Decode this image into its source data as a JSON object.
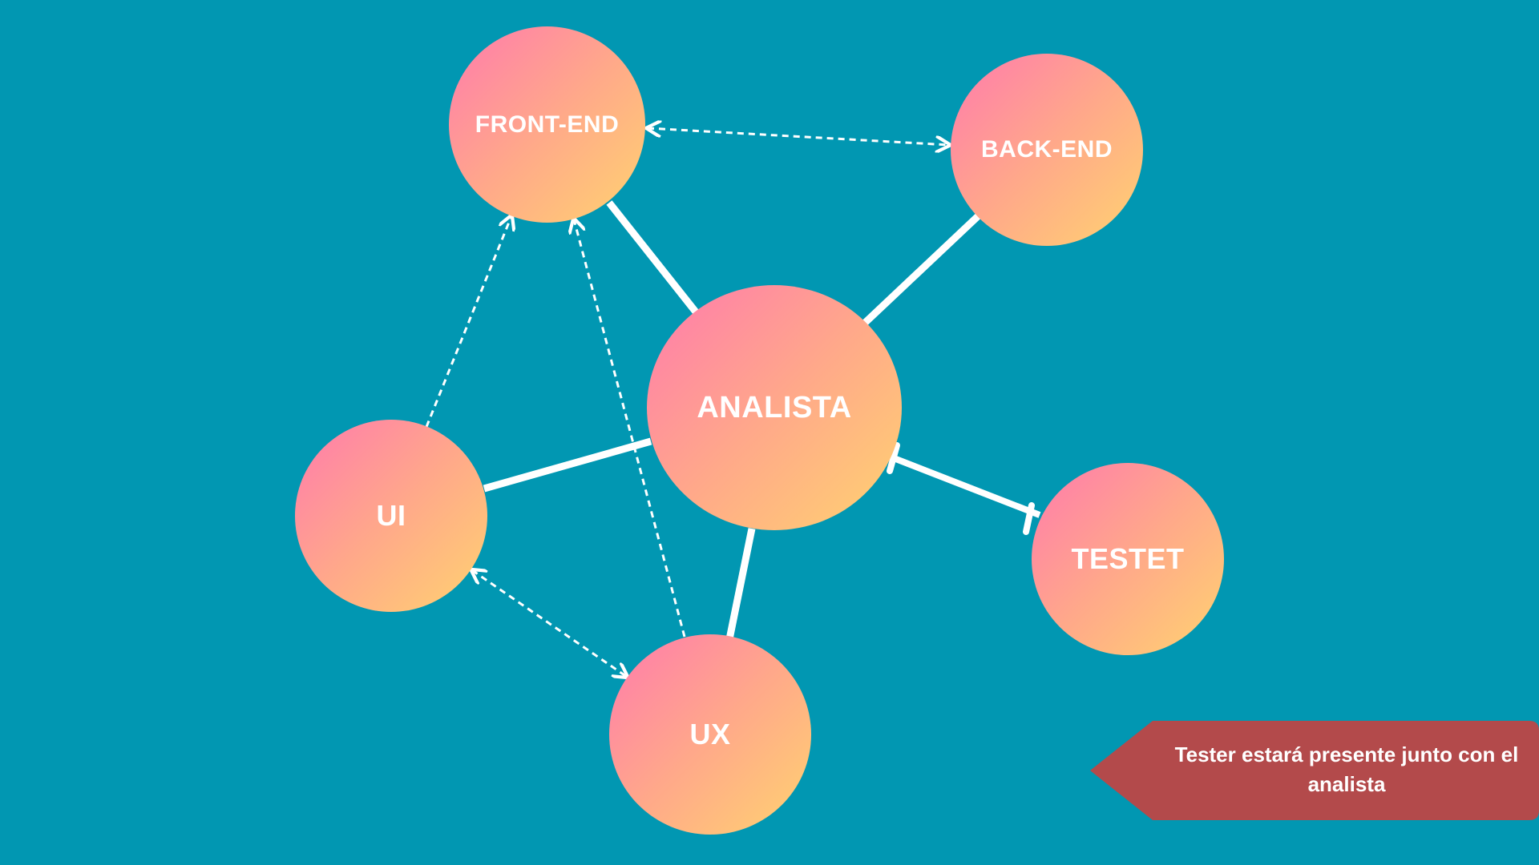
{
  "diagram": {
    "nodes": {
      "front_end": "FRONT-END",
      "back_end": "BACK-END",
      "analista": "ANALISTA",
      "ui": "UI",
      "testet": "TESTET",
      "ux": "UX"
    },
    "note": "Tester estará presente junto con el analista"
  },
  "colors": {
    "background": "#0197b2",
    "node_gradient": [
      "#ff7aad",
      "#ffa88a",
      "#ffd370"
    ],
    "connector": "#ffffff",
    "callout": "#b34a4b"
  }
}
